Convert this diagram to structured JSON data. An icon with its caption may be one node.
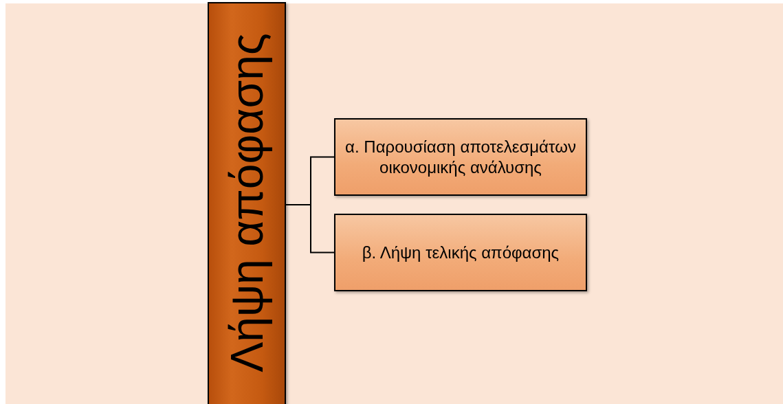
{
  "diagram": {
    "nodes": [
      {
        "text": [
          "Λήψη απόφασης"
        ]
      },
      {
        "text": [
          "α. Παρουσίαση αποτελεσμάτων οικονομικής ανάλυσης"
        ]
      },
      {
        "text": [
          "β. Λήψη τελικής απόφασης"
        ]
      }
    ],
    "edges": [
      {
        "from": 0,
        "to": 1,
        "arrow": "none"
      },
      {
        "from": 0,
        "to": 2,
        "arrow": "none"
      }
    ]
  }
}
